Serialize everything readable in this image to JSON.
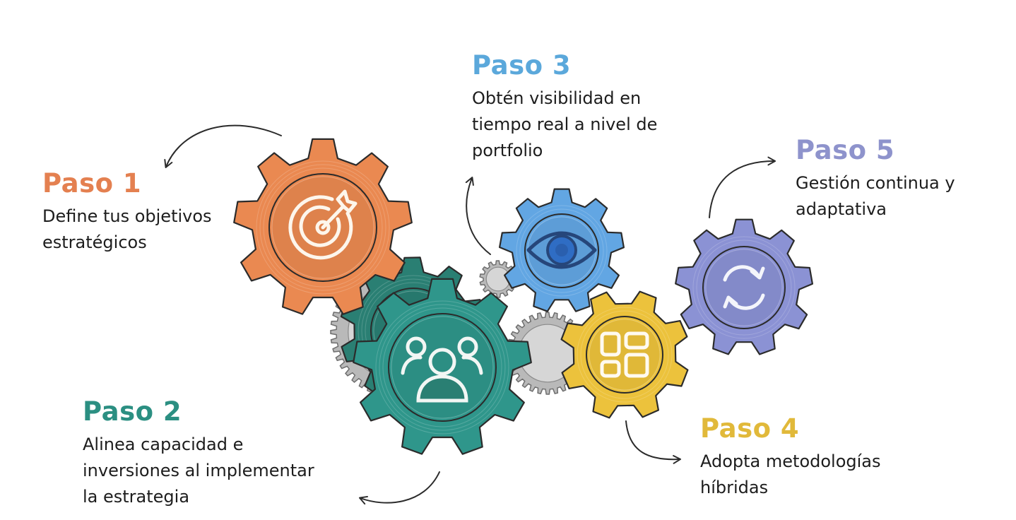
{
  "steps": [
    {
      "title": "Paso 1",
      "description": "Define tus objetivos\nestratégicos",
      "color": "#e48050",
      "icon": "target-icon"
    },
    {
      "title": "Paso 2",
      "description": "Alinea capacidad e\ninversiones al implementar\nla estrategia",
      "color": "#2b8f82",
      "icon": "team-icon"
    },
    {
      "title": "Paso 3",
      "description": "Obtén visibilidad en\ntiempo real a nivel de\nportfolio",
      "color": "#5ba8db",
      "icon": "eye-icon"
    },
    {
      "title": "Paso 4",
      "description": "Adopta metodologías\nhíbridas",
      "color": "#e1b93a",
      "icon": "grid-icon"
    },
    {
      "title": "Paso 5",
      "description": "Gestión continua y\nadaptativa",
      "color": "#8e93cc",
      "icon": "refresh-icon"
    }
  ],
  "colors": {
    "orange_gear": "#ea8951",
    "teal_gear": "#2f968b",
    "teal_dark_gear": "#2a7f73",
    "blue_gear": "#62a6e3",
    "yellow_gear": "#ecc23c",
    "purple_gear": "#8b92d4",
    "silver_gear": "#b9b9b9",
    "outline": "#2b2b2b",
    "icon_stroke": "#fdf6ec"
  }
}
